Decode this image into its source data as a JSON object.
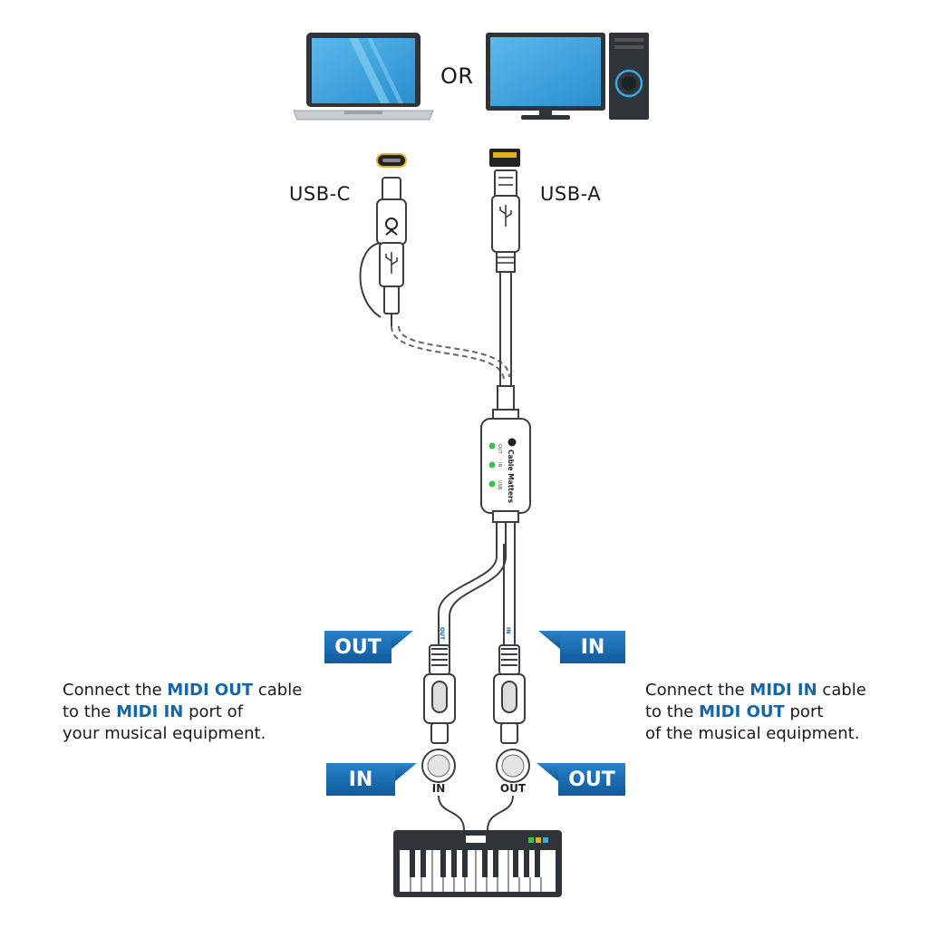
{
  "or_label": "OR",
  "usb_c_label": "USB-C",
  "usb_a_label": "USB-A",
  "brand_text": "Cable Matters",
  "led_labels": [
    "OUT",
    "IN",
    "USB"
  ],
  "cable_labels": {
    "out": "OUT",
    "in": "IN"
  },
  "connector_tags": {
    "top_left": "OUT",
    "top_right": "IN",
    "bottom_left": "IN",
    "bottom_right": "OUT"
  },
  "port_labels": {
    "left": "IN",
    "right": "OUT"
  },
  "note_left": {
    "line1_a": "Connect the ",
    "line1_hl": "MIDI OUT",
    "line1_b": " cable",
    "line2_a": "to the ",
    "line2_hl": "MIDI IN",
    "line2_b": " port of",
    "line3": "your musical equipment."
  },
  "note_right": {
    "line1_a": "Connect the ",
    "line1_hl": "MIDI IN",
    "line1_b": " cable",
    "line2_a": "to the ",
    "line2_hl": "MIDI OUT",
    "line2_b": " port",
    "line3": "of the musical equipment."
  },
  "colors": {
    "tag_blue": "#1466a8",
    "led_green": "#3cc24a",
    "screen_blue": "#39a5e0",
    "outline": "#3a3f44"
  }
}
